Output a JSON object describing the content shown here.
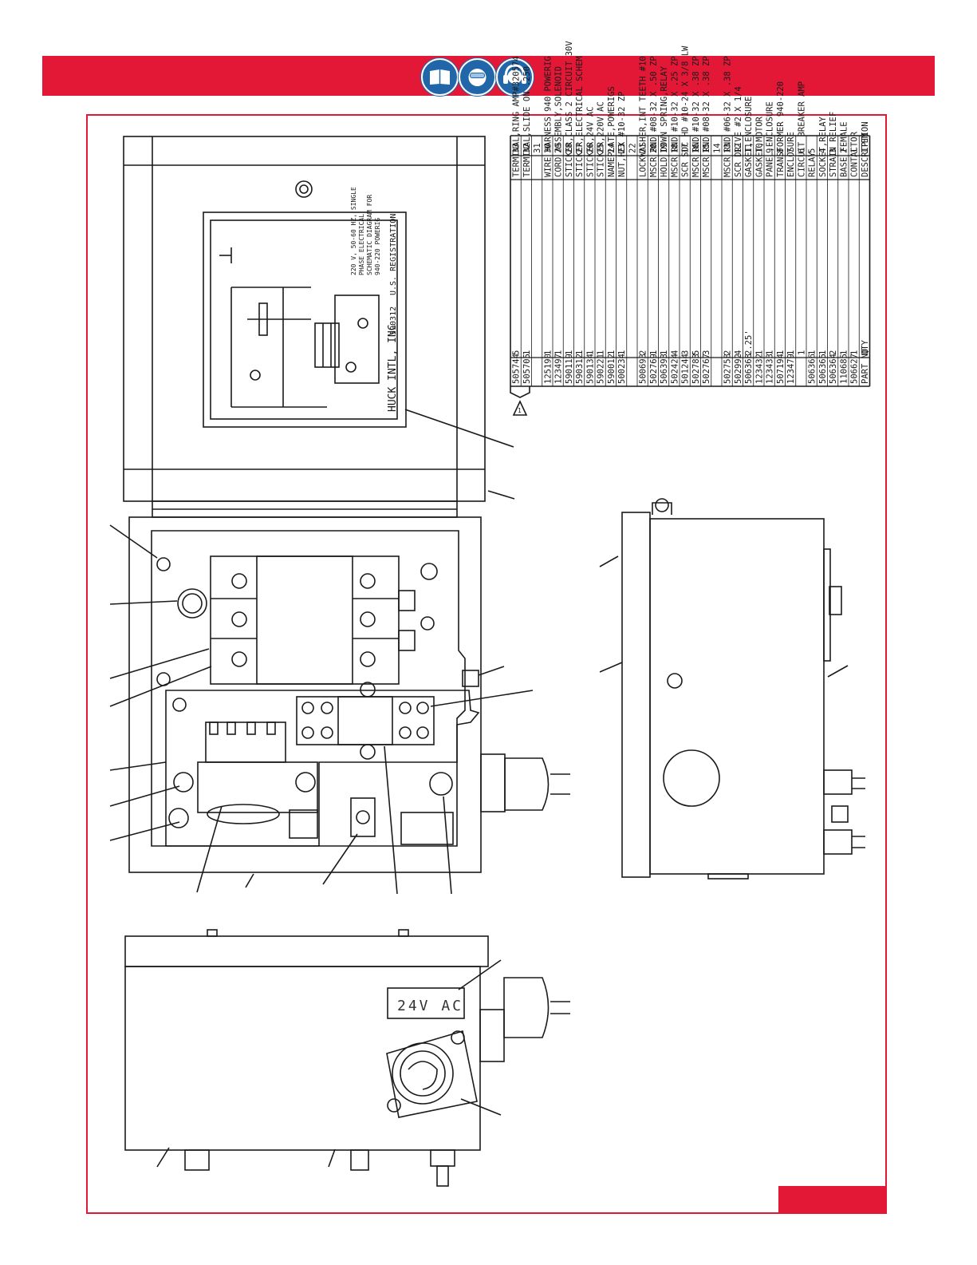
{
  "header": {
    "icons": [
      "read-manual-icon",
      "eye-protection-icon",
      "hearing-protection-icon"
    ],
    "color": "#e31837",
    "icon_color": "#2166a8"
  },
  "parts_table": {
    "columns": {
      "part_no": "PART NO",
      "qty": "QTY",
      "description": "DESCRIPTION",
      "item": "ITEM"
    },
    "rows": [
      {
        "part_no": "505744",
        "qty": "5",
        "description": "TERMINAL,RING AMP#320574",
        "item": "33"
      },
      {
        "part_no": "505705",
        "qty": "1",
        "description": "TERMINAL,SLIDE ON .250",
        "item": "32"
      },
      {
        "part_no": "",
        "qty": "",
        "description": "",
        "item": "31"
      },
      {
        "part_no": "125190",
        "qty": "1",
        "description": "WIRE HARNESS 940 POWERIG",
        "item": "30"
      },
      {
        "part_no": "123497",
        "qty": "1",
        "description": "CORD ASSEMBLY,SOLENOID",
        "item": "29"
      },
      {
        "part_no": "590119",
        "qty": "1",
        "description": "STICKER,CLASS 2 CIRCUIT 30V",
        "item": "28"
      },
      {
        "part_no": "590312",
        "qty": "1",
        "description": "STICKER,ELECTRICAL SCHEM",
        "item": "27"
      },
      {
        "part_no": "590134",
        "qty": "1",
        "description": "STICKER,24V AC",
        "item": "26"
      },
      {
        "part_no": "590221",
        "qty": "1",
        "description": "STICKER,220V AC",
        "item": "25"
      },
      {
        "part_no": "590012",
        "qty": "1",
        "description": "NAMEPLATE,POWERIGS",
        "item": "24"
      },
      {
        "part_no": "500234",
        "qty": "1",
        "description": "NUT,HEX #10-32 ZP",
        "item": "23"
      },
      {
        "part_no": "",
        "qty": "",
        "description": "",
        "item": "22"
      },
      {
        "part_no": "500693",
        "qty": "2",
        "description": "LOCKWASHER,INT TEETH #10",
        "item": "21"
      },
      {
        "part_no": "502769",
        "qty": "1",
        "description": "MSCR RND  #08-32 X  .50 ZP",
        "item": "20"
      },
      {
        "part_no": "506393",
        "qty": "1",
        "description": "HOLD DOWN SPRING,RELAY",
        "item": "19"
      },
      {
        "part_no": "502424",
        "qty": "4",
        "description": "MSCR RND  #10-32 X  .25 ZP",
        "item": "18"
      },
      {
        "part_no": "501244",
        "qty": "3",
        "description": "SCR SOC HD #10-24 X 3/8 LW",
        "item": "17"
      },
      {
        "part_no": "502783",
        "qty": "5",
        "description": "MSCR RND  #10-32 X  .38 ZP",
        "item": "16"
      },
      {
        "part_no": "502767",
        "qty": "3",
        "description": "MSCR RND  #08-32 X  .38 ZP",
        "item": "15"
      },
      {
        "part_no": "",
        "qty": "",
        "description": "",
        "item": "14"
      },
      {
        "part_no": "502758",
        "qty": "2",
        "description": "MSCR RND  #06-32 X  .38 ZP",
        "item": "13"
      },
      {
        "part_no": "502992",
        "qty": "4",
        "description": "SCR DRIVE #2 X 1/4",
        "item": "12"
      },
      {
        "part_no": "506368",
        "qty": "2.25'",
        "description": "GASKET,ENCLOSURE",
        "item": "11"
      },
      {
        "part_no": "123432",
        "qty": "1",
        "description": "GASKET,MOTOR",
        "item": "10"
      },
      {
        "part_no": "123433",
        "qty": "1",
        "description": "PANEL,ENCLOSURE",
        "item": "9"
      },
      {
        "part_no": "507194",
        "qty": "1",
        "description": "TRANSFORMER 940-220",
        "item": "8"
      },
      {
        "part_no": "123479",
        "qty": "1",
        "description": "ENCLOSURE",
        "item": "7"
      },
      {
        "part_no": "",
        "qty": "1",
        "description": "CIRCUIT BREAKER      AMP",
        "item": "6"
      },
      {
        "part_no": "506366",
        "qty": "1",
        "description": "RELAY",
        "item": "5"
      },
      {
        "part_no": "506365",
        "qty": "1",
        "description": "SOCKET,RELAY",
        "item": "4"
      },
      {
        "part_no": "506364",
        "qty": "2",
        "description": "STRAIN RELIEF",
        "item": "3"
      },
      {
        "part_no": "110685",
        "qty": "1",
        "description": "BASE FEMALE",
        "item": "2"
      },
      {
        "part_no": "506627",
        "qty": "1",
        "description": "CONTACTOR",
        "item": "1"
      }
    ]
  },
  "schematic_sticker": {
    "company": "HUCK INTL, INC",
    "part": "590312",
    "registration": "U.S. REGISTRATION",
    "title_lines": [
      "220 V, 50-60 HZ, SINGLE",
      "PHASE ELECTRICAL",
      "SCHEMATIC DIAGRAM FOR",
      "940-220 POWERIG"
    ]
  },
  "front_label": "24V AC",
  "revision_marker": "1"
}
